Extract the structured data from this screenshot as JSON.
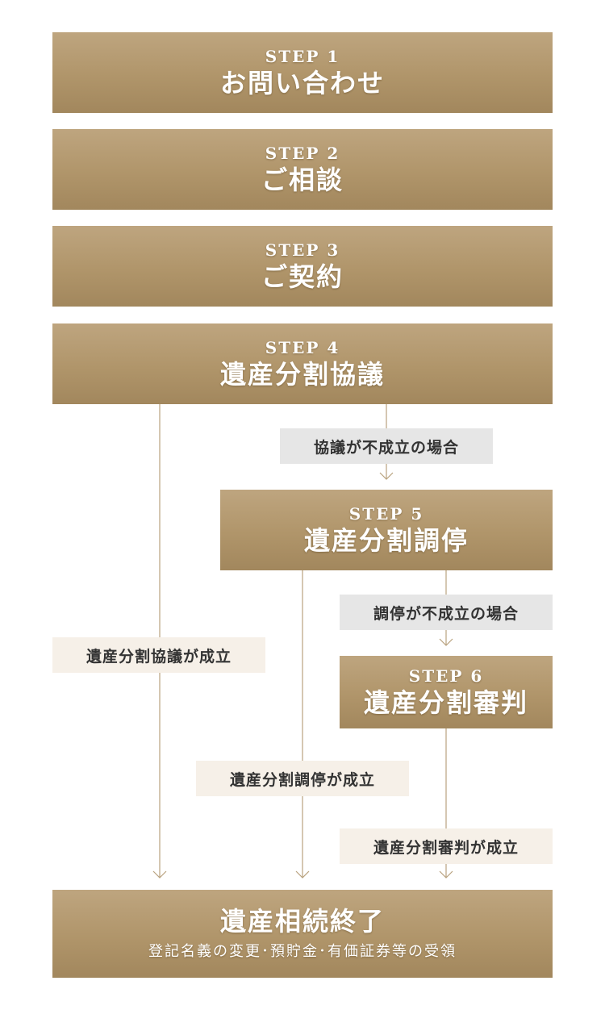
{
  "steps": [
    {
      "label": "STEP 1",
      "title": "お問い合わせ"
    },
    {
      "label": "STEP 2",
      "title": "ご相談"
    },
    {
      "label": "STEP 3",
      "title": "ご契約"
    },
    {
      "label": "STEP 4",
      "title": "遺産分割協議"
    },
    {
      "label": "STEP 5",
      "title": "遺産分割調停"
    },
    {
      "label": "STEP 6",
      "title": "遺産分割審判"
    }
  ],
  "conditions": {
    "fail_4": "協議が不成立の場合",
    "fail_5": "調停が不成立の場合",
    "ok_4": "遺産分割協議が成立",
    "ok_5": "遺産分割調停が成立",
    "ok_6": "遺産分割審判が成立"
  },
  "final": {
    "title": "遺産相続終了",
    "subtitle": "登記名義の変更･預貯金･有価証券等の受領"
  },
  "colors": {
    "box_gold": "#b0956a",
    "tag_fail_bg": "#e6e6e6",
    "tag_ok_bg": "#f6f0e8",
    "line": "#b9a27e"
  }
}
